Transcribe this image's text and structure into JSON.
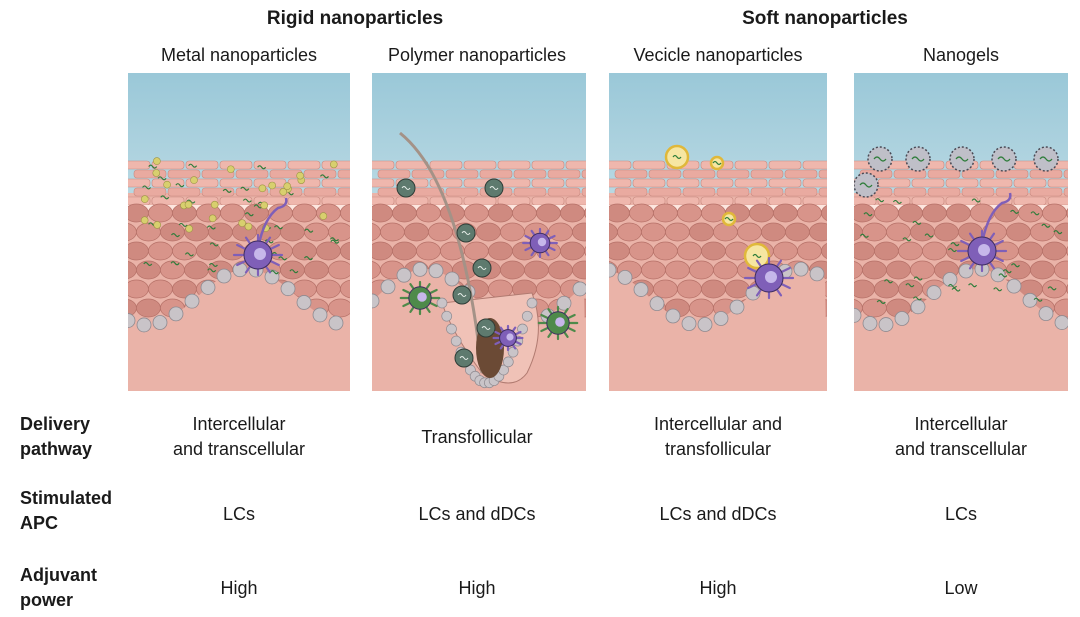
{
  "header": {
    "groups": [
      "Rigid nanoparticles",
      "Soft nanoparticles"
    ],
    "columns": [
      "Metal nanoparticles",
      "Polymer nanoparticles",
      "Vecicle nanoparticles",
      "Nanogels"
    ]
  },
  "rows": [
    {
      "label_1": "Delivery",
      "label_2": "pathway",
      "cells": [
        [
          "Intercellular",
          "and transcellular"
        ],
        [
          "Transfollicular",
          ""
        ],
        [
          "Intercellular and",
          "transfollicular"
        ],
        [
          "Intercellular",
          "and transcellular"
        ]
      ]
    },
    {
      "label_1": "Stimulated",
      "label_2": "APC",
      "cells": [
        [
          "LCs",
          ""
        ],
        [
          "LCs and dDCs",
          ""
        ],
        [
          "LCs and dDCs",
          ""
        ],
        [
          "LCs",
          ""
        ]
      ]
    },
    {
      "label_1": "Adjuvant",
      "label_2": "power",
      "cells": [
        [
          "High",
          ""
        ],
        [
          "High",
          ""
        ],
        [
          "High",
          ""
        ],
        [
          "Low",
          ""
        ]
      ]
    }
  ],
  "colors": {
    "sky": "#9ac8d8",
    "skin_light": "#f2c9bd",
    "skin_cell": "#d8948a",
    "dermis": "#eab3a8",
    "basal_bead": "#c9c4c8",
    "langerhans": "#7f5fb8",
    "dermal_dc": "#4e8a4a",
    "metal_np": "#d8cf6e",
    "polymer_np": "#5e7a6e",
    "vesicle_np": "#e0b83a",
    "nanogel_np": "#7b7b8c"
  }
}
